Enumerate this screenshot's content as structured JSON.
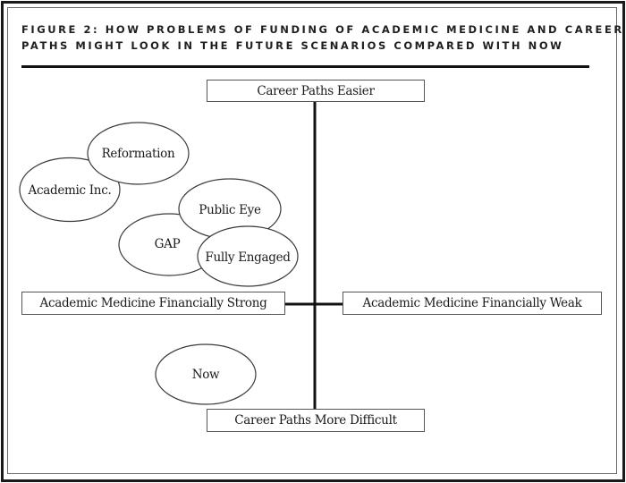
{
  "figure": {
    "title_line1": "FIGURE 2: HOW PROBLEMS OF FUNDING OF ACADEMIC MEDICINE AND CAREER",
    "title_line2": "PATHS MIGHT LOOK IN THE FUTURE SCENARIOS COMPARED WITH NOW"
  },
  "axes": {
    "top": "Career Paths Easier",
    "bottom": "Career Paths More Difficult",
    "left": "Academic Medicine Financially Strong",
    "right": "Academic Medicine Financially Weak"
  },
  "scenarios": [
    {
      "id": "academic-inc",
      "label": "Academic Inc."
    },
    {
      "id": "reformation",
      "label": "Reformation"
    },
    {
      "id": "gap",
      "label": "GAP"
    },
    {
      "id": "public-eye",
      "label": "Public Eye"
    },
    {
      "id": "fully-engaged",
      "label": "Fully Engaged"
    },
    {
      "id": "now",
      "label": "Now"
    }
  ],
  "colors": {
    "line": "#111111",
    "ellipse_stroke": "#3a3a3a",
    "background": "#ffffff"
  }
}
